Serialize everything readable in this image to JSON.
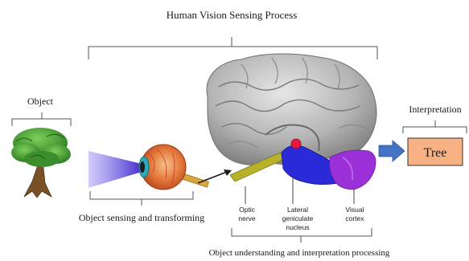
{
  "title": "Human Vision Sensing Process",
  "labels": {
    "object": "Object",
    "interpretation": "Interpretation",
    "tree_box": "Tree",
    "sensing": "Object sensing and transforming",
    "understanding": "Object understanding and interpretation processing",
    "optic_nerve_1": "Optic",
    "optic_nerve_2": "nerve",
    "lgn_1": "Lateral",
    "lgn_2": "geniculate",
    "lgn_3": "nucleus",
    "visual_cortex_1": "Visual",
    "visual_cortex_2": "cortex"
  },
  "colors": {
    "tree_box_fill": "#f7b183",
    "arrow_blue": "#4472c4",
    "light_beam": "#5b3fd6",
    "optic_nerve": "#b8b12a",
    "lgn": "#2a2ad8",
    "visual_cortex": "#9b30d9",
    "hotspot": "#e8193c",
    "brain_gray": "#a9a9a9"
  },
  "icons": {
    "object": "tree-icon",
    "eye": "eyeball-icon",
    "brain": "brain-icon"
  }
}
